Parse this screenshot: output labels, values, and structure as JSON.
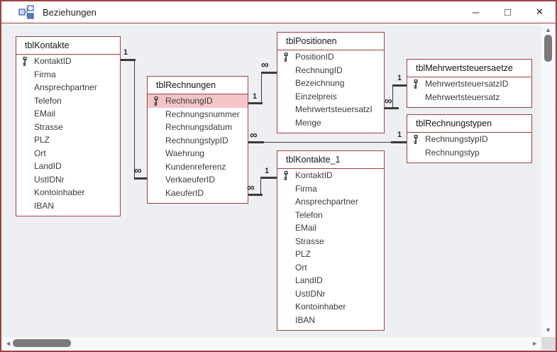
{
  "window": {
    "title": "Beziehungen",
    "controls": {
      "minimize": "─",
      "maximize": "□",
      "close": "✕"
    }
  },
  "icons": {
    "scroll_up": "▲",
    "scroll_down": "▼",
    "scroll_left": "◄",
    "scroll_right": "►"
  },
  "colors": {
    "accent_border": "#9C4145",
    "canvas_bg": "#EDEFF3",
    "selected_row": "#F3C5C6",
    "relation_line": "#3A3A3A"
  },
  "tables": {
    "tblKontakte": {
      "name": "tblKontakte",
      "fields": [
        {
          "name": "KontaktID",
          "key": true
        },
        {
          "name": "Firma"
        },
        {
          "name": "Ansprechpartner"
        },
        {
          "name": "Telefon"
        },
        {
          "name": "EMail"
        },
        {
          "name": "Strasse"
        },
        {
          "name": "PLZ"
        },
        {
          "name": "Ort"
        },
        {
          "name": "LandID"
        },
        {
          "name": "UstIDNr"
        },
        {
          "name": "Kontoinhaber"
        },
        {
          "name": "IBAN"
        }
      ]
    },
    "tblRechnungen": {
      "name": "tblRechnungen",
      "fields": [
        {
          "name": "RechnungID",
          "key": true,
          "selected": true
        },
        {
          "name": "Rechnungsnummer"
        },
        {
          "name": "Rechnungsdatum"
        },
        {
          "name": "RechnungstypID"
        },
        {
          "name": "Waehrung"
        },
        {
          "name": "Kundenreferenz"
        },
        {
          "name": "VerkaeuferID"
        },
        {
          "name": "KaeuferID"
        }
      ]
    },
    "tblPositionen": {
      "name": "tblPositionen",
      "fields": [
        {
          "name": "PositionID",
          "key": true
        },
        {
          "name": "RechnungID"
        },
        {
          "name": "Bezeichnung"
        },
        {
          "name": "Einzelpreis"
        },
        {
          "name": "MehrwertsteuersatzI"
        },
        {
          "name": "Menge"
        }
      ]
    },
    "tblMehrwertsteuersaetze": {
      "name": "tblMehrwertsteuersaetze",
      "fields": [
        {
          "name": "MehrwertsteuersatzID",
          "key": true
        },
        {
          "name": "Mehrwertsteuersatz"
        }
      ]
    },
    "tblRechnungstypen": {
      "name": "tblRechnungstypen",
      "fields": [
        {
          "name": "RechnungstypID",
          "key": true
        },
        {
          "name": "Rechnungstyp"
        }
      ]
    },
    "tblKontakte_1": {
      "name": "tblKontakte_1",
      "fields": [
        {
          "name": "KontaktID",
          "key": true
        },
        {
          "name": "Firma"
        },
        {
          "name": "Ansprechpartner"
        },
        {
          "name": "Telefon"
        },
        {
          "name": "EMail"
        },
        {
          "name": "Strasse"
        },
        {
          "name": "PLZ"
        },
        {
          "name": "Ort"
        },
        {
          "name": "LandID"
        },
        {
          "name": "UstIDNr"
        },
        {
          "name": "Kontoinhaber"
        },
        {
          "name": "IBAN"
        }
      ]
    }
  },
  "relationships": [
    {
      "from": "tblKontakte.KontaktID",
      "to": "tblRechnungen.VerkaeuferID",
      "from_card": "1",
      "to_card": "∞"
    },
    {
      "from": "tblRechnungen.RechnungID",
      "to": "tblPositionen.RechnungID",
      "from_card": "1",
      "to_card": "∞"
    },
    {
      "from": "tblRechnungen.RechnungstypID",
      "to": "tblRechnungstypen.RechnungstypID",
      "from_card": "∞",
      "to_card": "1"
    },
    {
      "from": "tblPositionen.MehrwertsteuersatzI",
      "to": "tblMehrwertsteuersaetze.MehrwertsteuersatzID",
      "from_card": "∞",
      "to_card": "1"
    },
    {
      "from": "tblRechnungen.KaeuferID",
      "to": "tblKontakte_1.KontaktID",
      "from_card": "∞",
      "to_card": "1"
    }
  ]
}
